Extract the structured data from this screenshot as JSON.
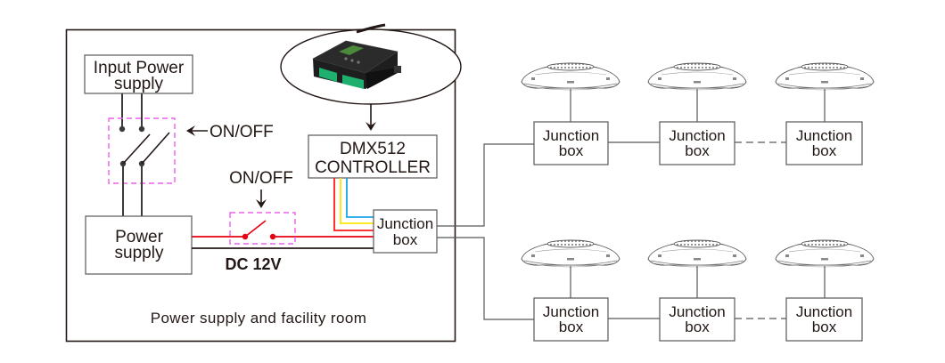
{
  "facility_room": {
    "caption": "Power supply and facility room",
    "input_power": {
      "line1": "Input Power",
      "line2": "supply"
    },
    "main_switch_label": "ON/OFF",
    "dc_switch_label": "ON/OFF",
    "power_supply": {
      "line1": "Power",
      "line2": "supply"
    },
    "dc_label": "DC 12V",
    "controller": {
      "line1": "DMX512",
      "line2": "CONTROLLER",
      "image": "dmx-controller-device"
    },
    "junction_box": {
      "line1": "Junction",
      "line2": "box"
    }
  },
  "signal_wires": [
    {
      "name": "red",
      "color": "#ff1a1a"
    },
    {
      "name": "yellow",
      "color": "#ffe600"
    },
    {
      "name": "blue",
      "color": "#1aa3e8"
    }
  ],
  "colors": {
    "line": "#231815",
    "power_wire": "#e60012",
    "switch_box": "#ee5fee"
  },
  "fixture_rows": [
    {
      "row": "top",
      "boxes": [
        {
          "line1": "Junction",
          "line2": "box"
        },
        {
          "line1": "Junction",
          "line2": "box"
        },
        {
          "line1": "Junction",
          "line2": "box"
        }
      ]
    },
    {
      "row": "bottom",
      "boxes": [
        {
          "line1": "Junction",
          "line2": "box"
        },
        {
          "line1": "Junction",
          "line2": "box"
        },
        {
          "line1": "Junction",
          "line2": "box"
        }
      ]
    }
  ]
}
